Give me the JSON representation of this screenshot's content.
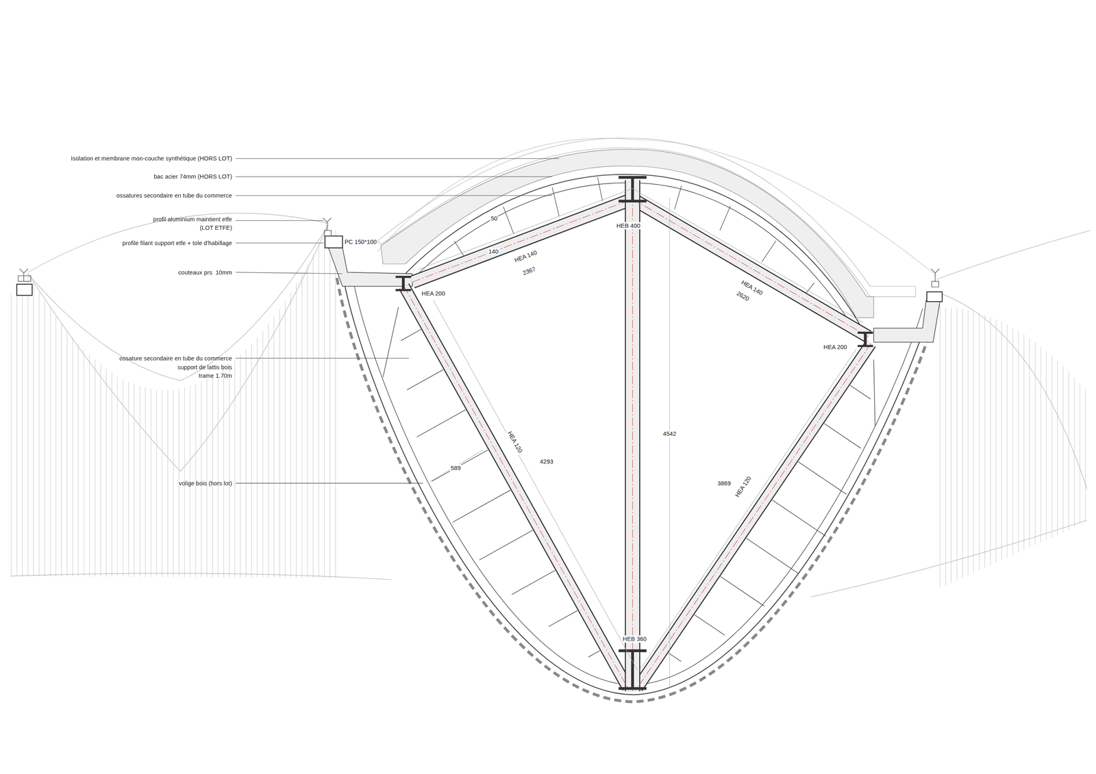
{
  "diagram": {
    "labels": [
      "Isolation et membrane mon-couche synthétique (HORS LOT)",
      "bac acier 74mm (HORS LOT)",
      "ossatures secondaire en tube du commerce",
      "profil aluminium maintient etfe",
      "(LOT ETFE)",
      "profile filant support etfe + tole d'habillage",
      "PC 150*100",
      "couteaux prs  10mm",
      "ossature secondaire en tube du commerce",
      "support de lattis bois",
      "trame 1.70m",
      "volige bois (hors lot)",
      "50",
      "140",
      "HEA 140",
      "2367",
      "HEA 200",
      "HEB 400",
      "HEA 140",
      "2620",
      "HEA 200",
      "HEA 120",
      "4293",
      "589",
      "4542",
      "3869",
      "HEA 120",
      "HEB 360"
    ]
  }
}
